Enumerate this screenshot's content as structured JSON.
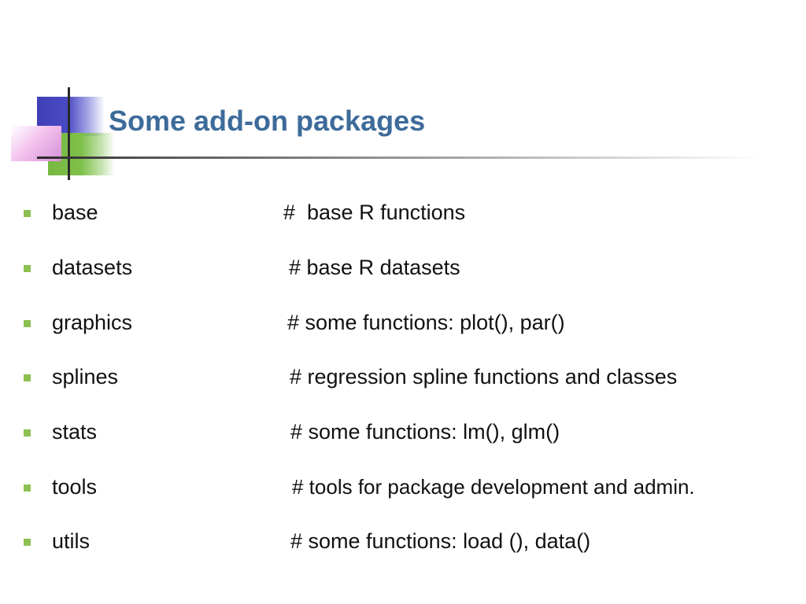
{
  "slide": {
    "title": "Some add-on packages",
    "accent_colors": {
      "title": "#3d6b9a",
      "bullet": "#8cc152",
      "logo_blue": "#4a4ac4",
      "logo_green": "#7fc04b",
      "logo_pink": "#d58fd6"
    },
    "items": [
      {
        "package": "base",
        "comment": "#  base R functions"
      },
      {
        "package": "datasets",
        "comment": "# base R datasets"
      },
      {
        "package": "graphics",
        "comment": "# some functions: plot(), par()"
      },
      {
        "package": "splines",
        "comment": "# regression spline functions and classes"
      },
      {
        "package": "stats",
        "comment": "# some functions: lm(), glm()"
      },
      {
        "package": "tools",
        "comment": "# tools for package development and admin."
      },
      {
        "package": "utils",
        "comment": "# some functions: load (), data()"
      }
    ]
  }
}
